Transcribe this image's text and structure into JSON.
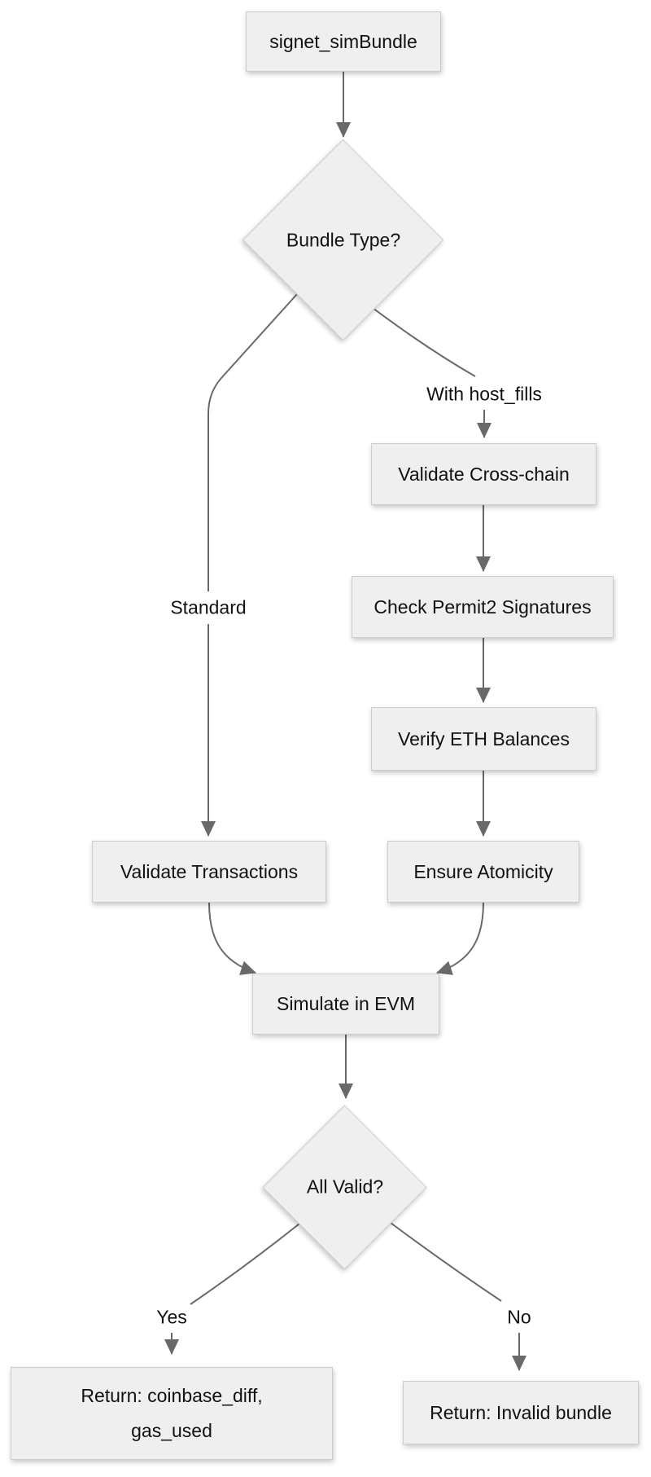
{
  "diagram": {
    "type": "flowchart",
    "direction": "top-down",
    "nodes": {
      "start": {
        "label": "signet_simBundle",
        "shape": "rectangle"
      },
      "bundle_type": {
        "label": "Bundle Type?",
        "shape": "diamond"
      },
      "validate_cross_chain": {
        "label": "Validate Cross-chain",
        "shape": "rectangle"
      },
      "check_permit2_signatures": {
        "label": "Check Permit2 Signatures",
        "shape": "rectangle"
      },
      "verify_eth_balances": {
        "label": "Verify ETH Balances",
        "shape": "rectangle"
      },
      "ensure_atomicity": {
        "label": "Ensure Atomicity",
        "shape": "rectangle"
      },
      "validate_transactions": {
        "label": "Validate Transactions",
        "shape": "rectangle"
      },
      "simulate_in_evm": {
        "label": "Simulate in EVM",
        "shape": "rectangle"
      },
      "all_valid": {
        "label": "All Valid?",
        "shape": "diamond"
      },
      "return_success": {
        "label": "Return: coinbase_diff,\ngas_used",
        "shape": "rectangle"
      },
      "return_invalid": {
        "label": "Return: Invalid bundle",
        "shape": "rectangle"
      }
    },
    "edge_labels": {
      "standard": "Standard",
      "with_host_fills": "With host_fills",
      "yes": "Yes",
      "no": "No"
    },
    "edges": [
      {
        "from": "start",
        "to": "bundle_type",
        "label": ""
      },
      {
        "from": "bundle_type",
        "to": "validate_transactions",
        "label": "Standard"
      },
      {
        "from": "bundle_type",
        "to": "validate_cross_chain",
        "label": "With host_fills"
      },
      {
        "from": "validate_cross_chain",
        "to": "check_permit2_signatures",
        "label": ""
      },
      {
        "from": "check_permit2_signatures",
        "to": "verify_eth_balances",
        "label": ""
      },
      {
        "from": "verify_eth_balances",
        "to": "ensure_atomicity",
        "label": ""
      },
      {
        "from": "validate_transactions",
        "to": "simulate_in_evm",
        "label": ""
      },
      {
        "from": "ensure_atomicity",
        "to": "simulate_in_evm",
        "label": ""
      },
      {
        "from": "simulate_in_evm",
        "to": "all_valid",
        "label": ""
      },
      {
        "from": "all_valid",
        "to": "return_success",
        "label": "Yes"
      },
      {
        "from": "all_valid",
        "to": "return_invalid",
        "label": "No"
      }
    ],
    "colors": {
      "node_fill": "#efefef",
      "node_border": "#cccccc",
      "edge_stroke": "#696969",
      "label_text": "#111111",
      "background": "#ffffff"
    }
  }
}
